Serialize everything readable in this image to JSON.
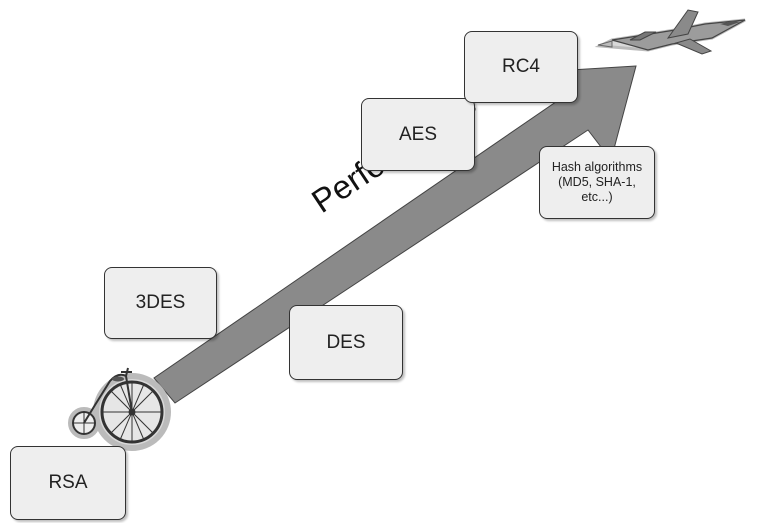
{
  "diagram": {
    "arrow_label": "Performance",
    "boxes": {
      "rsa": "RSA",
      "triple_des": "3DES",
      "des": "DES",
      "aes": "AES",
      "rc4": "RC4",
      "hash": "Hash algorithms\n(MD5, SHA-1,\netc...)"
    },
    "arrow_color": "#8a8a8a",
    "box_fill": "#eeeeee"
  }
}
